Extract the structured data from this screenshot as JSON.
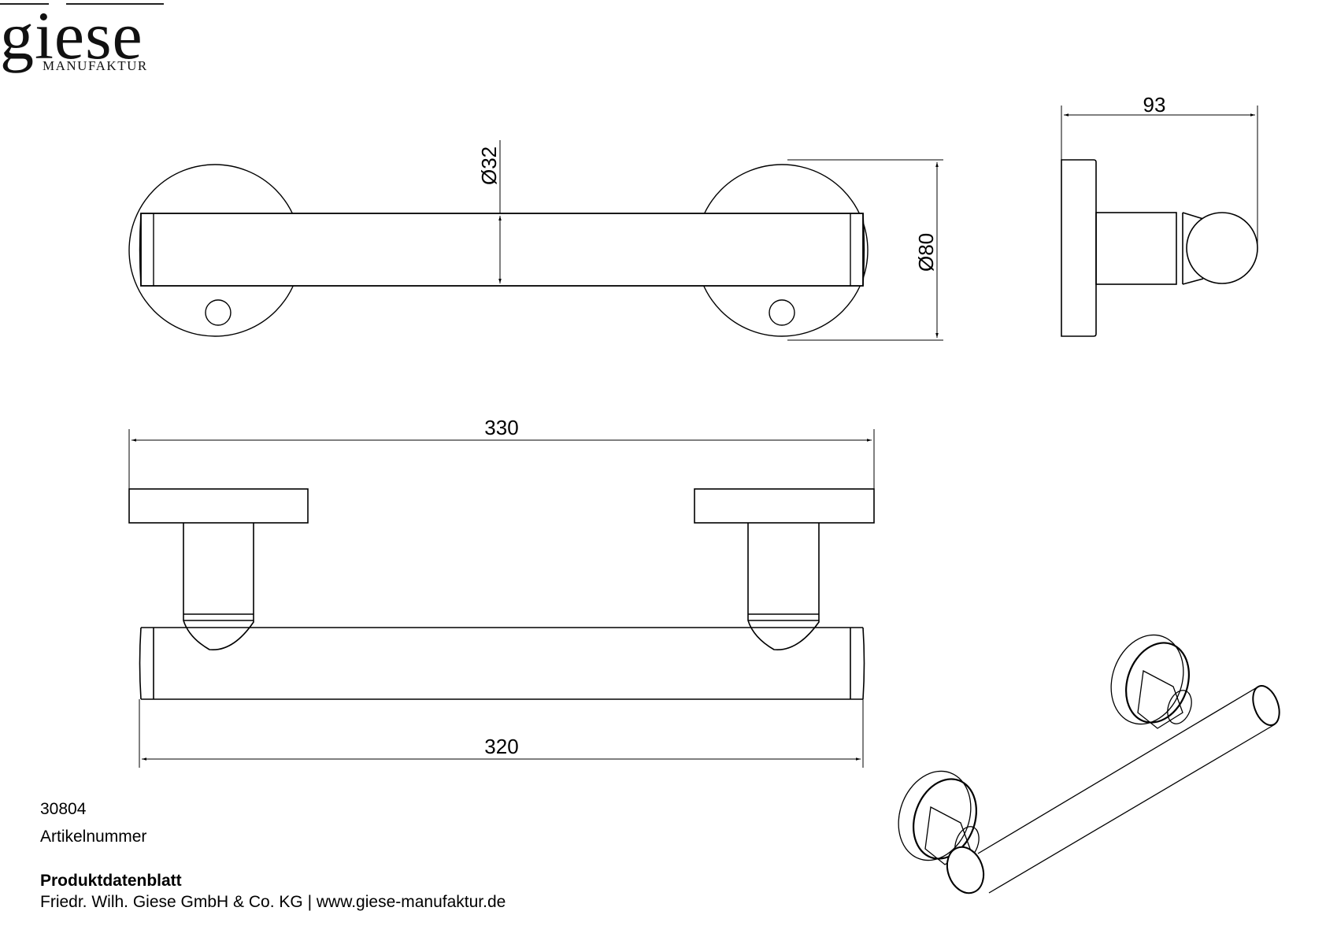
{
  "brand": {
    "name": "giese",
    "subtitle": "MANUFAKTUR"
  },
  "dimensions": {
    "tube_diameter": "Ø32",
    "rosette_diameter": "Ø80",
    "projection_depth": "93",
    "overall_length": "330",
    "bar_length": "320"
  },
  "footer": {
    "article_number": "30804",
    "article_label": "Artikelnummer",
    "doc_type": "Produktdatenblatt",
    "company_line": "Friedr. Wilh. Giese GmbH & Co. KG | www.giese-manufaktur.de"
  },
  "colors": {
    "line": "#000000",
    "background": "#ffffff"
  }
}
